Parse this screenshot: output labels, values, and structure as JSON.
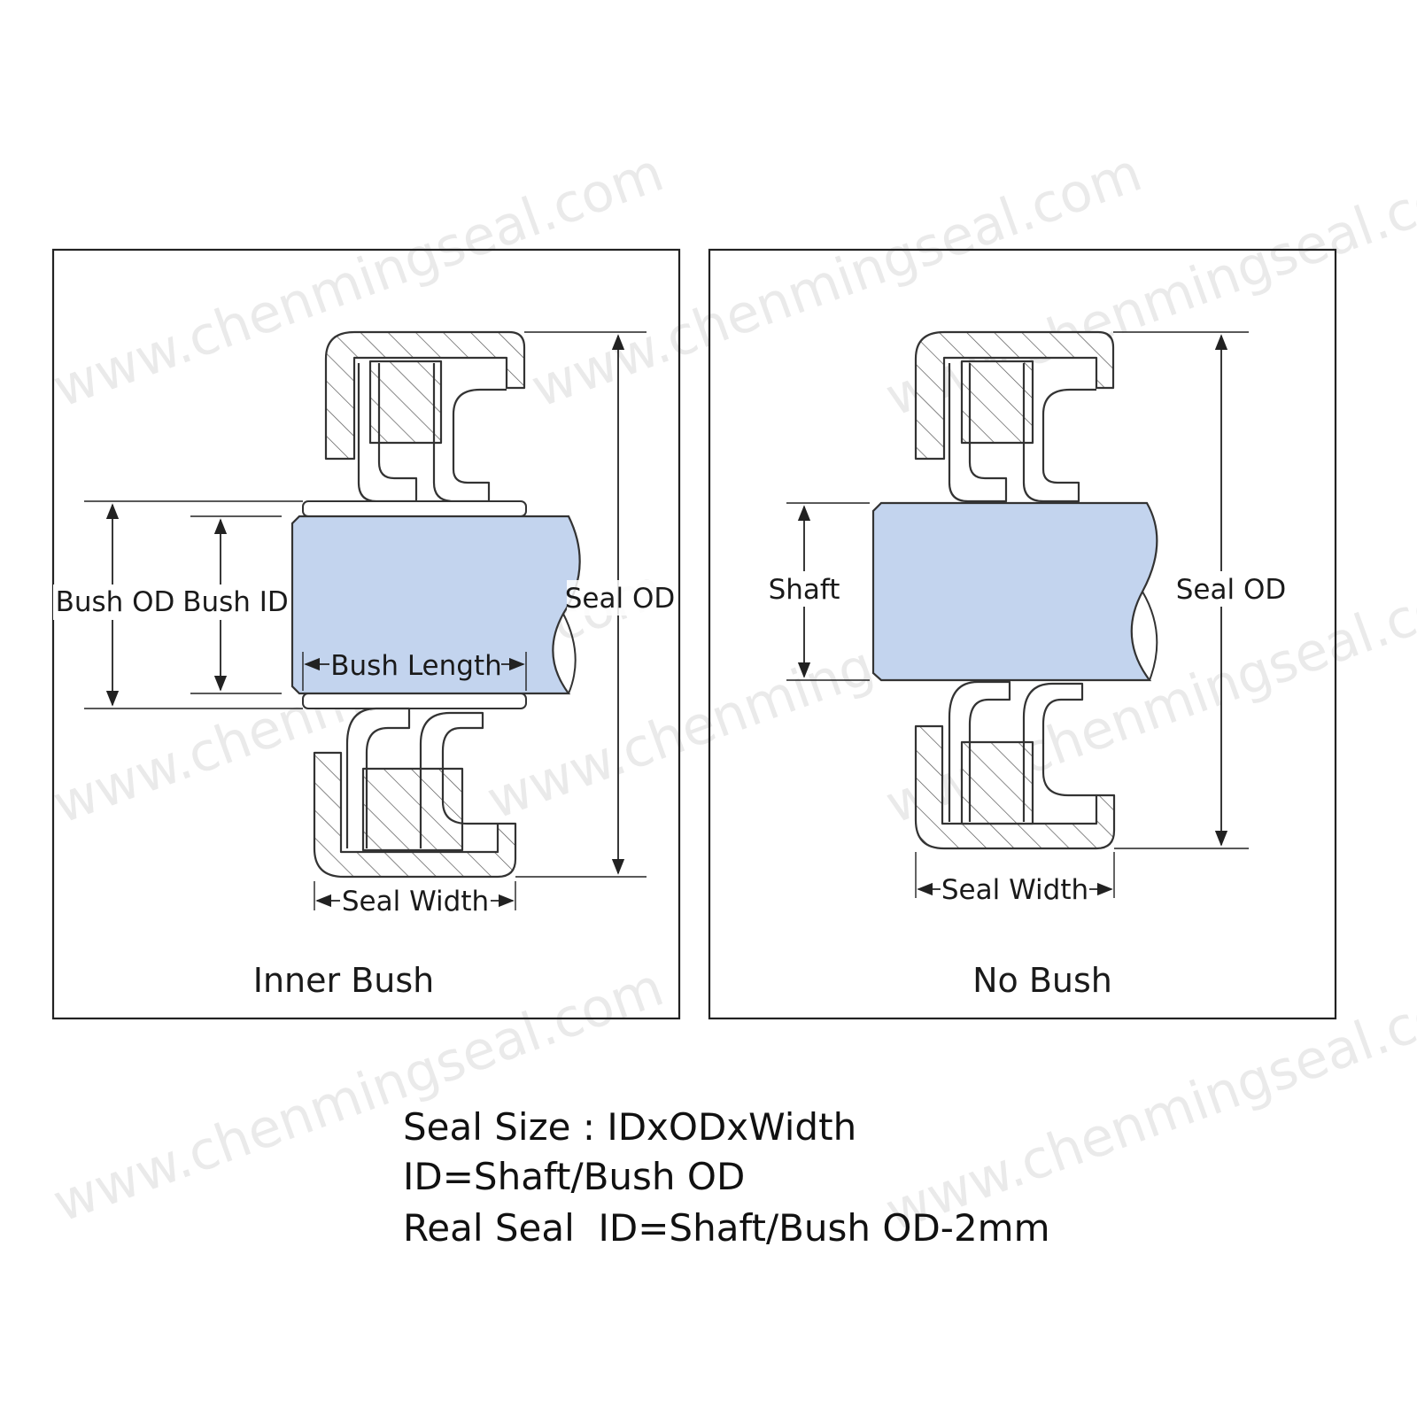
{
  "colors": {
    "shaft_fill": "#c3d4ee",
    "line": "#333333",
    "background": "#ffffff"
  },
  "watermark": "www.chenmingseal.com",
  "panels": [
    {
      "caption": "Inner Bush",
      "labels": {
        "bush_od": "Bush OD",
        "bush_id": "Bush ID",
        "bush_length": "Bush Length",
        "seal_od": "Seal OD",
        "seal_width": "Seal Width"
      }
    },
    {
      "caption": "No Bush",
      "labels": {
        "shaft": "Shaft",
        "seal_od": "Seal OD",
        "seal_width": "Seal Width"
      }
    }
  ],
  "notes": [
    "Seal Size : IDxODxWidth",
    "ID=Shaft/Bush OD",
    "Real Seal  ID=Shaft/Bush OD-2mm"
  ]
}
